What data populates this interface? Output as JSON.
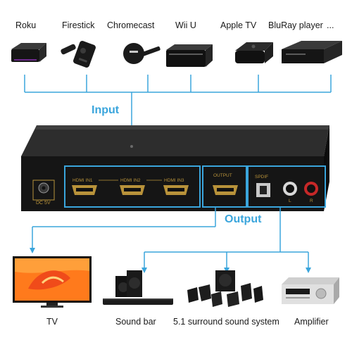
{
  "sources": [
    "Roku",
    "Firestick",
    "Chromecast",
    "Wii U",
    "Apple TV",
    "BluRay player"
  ],
  "sources_more": "...",
  "input_label": "Input",
  "output_label": "Output",
  "ports": {
    "dc": "DC 5V",
    "hdmi1": "HDMI IN1",
    "hdmi2": "HDMI IN2",
    "hdmi3": "HDMI IN3",
    "output": "OUTPUT",
    "spdif": "SPDIF",
    "left": "L",
    "right": "R"
  },
  "outputs": [
    "TV",
    "Sound bar",
    "5.1 surround sound system",
    "Amplifier"
  ],
  "colors": {
    "arrow": "#3aa5dc",
    "device_body": "#1c1c1c",
    "port_gold": "#b8923a"
  }
}
